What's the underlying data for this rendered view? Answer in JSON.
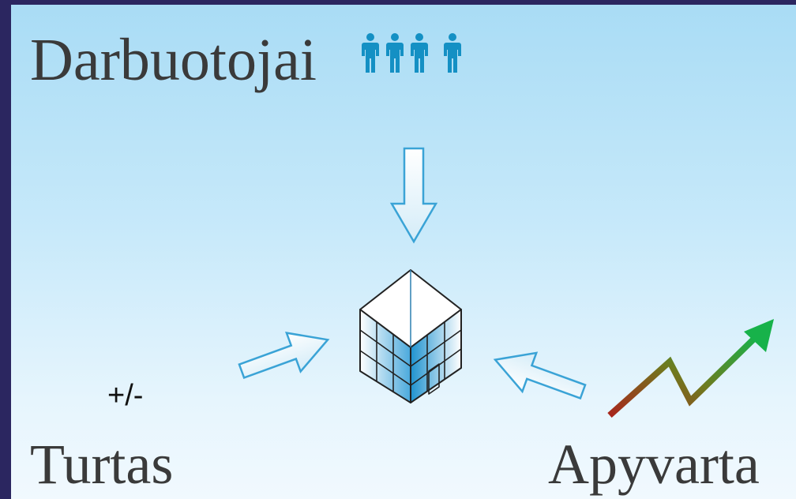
{
  "title": "Darbuotojai",
  "left_label": "Turtas",
  "right_label": "Apyvarta",
  "plus_minus": "+/-",
  "icons": [
    "people-icon",
    "building-icon",
    "arrow-down-icon",
    "arrow-right-icon",
    "arrow-left-icon",
    "trend-up-arrow-icon"
  ],
  "colors": {
    "frame": "#2b2660",
    "people": "#1490c4",
    "arrow_outline": "#3aa3d6",
    "trend_start": "#a8261c",
    "trend_end": "#17b24a"
  }
}
